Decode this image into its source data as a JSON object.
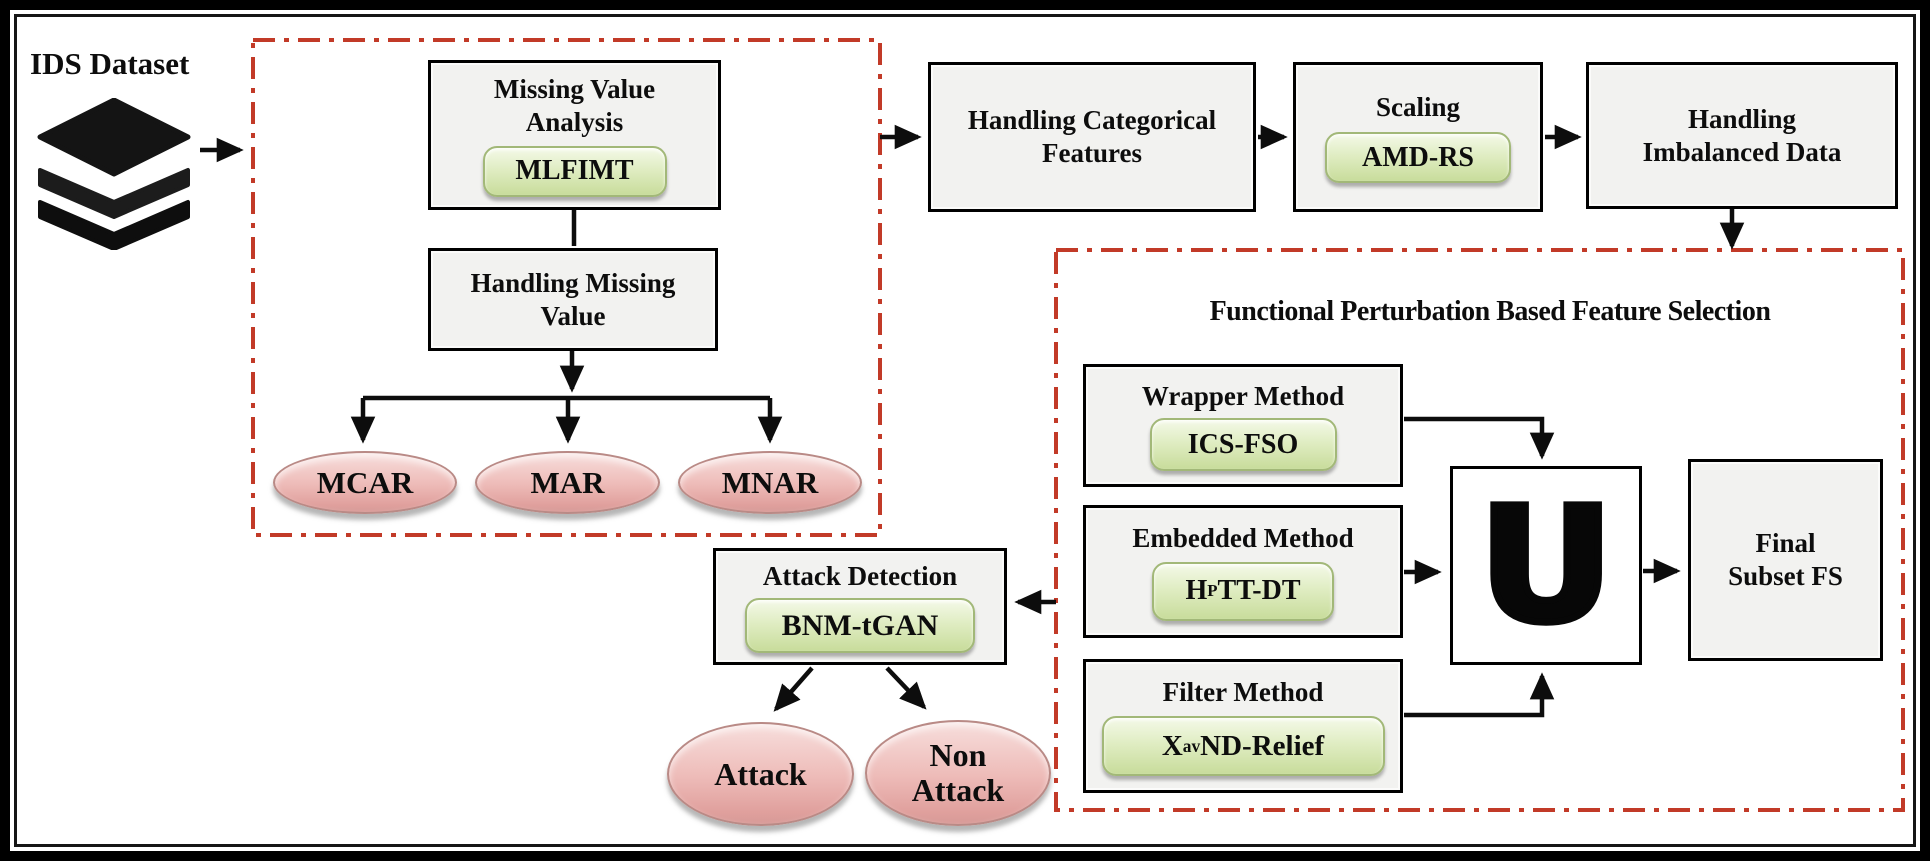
{
  "colors": {
    "dash_red": "#c23a28",
    "box_fill": "#f2f2f0",
    "box_border": "#000000",
    "pill_green_top": "#f4f9e8",
    "pill_green_mid": "#e0edc3",
    "pill_green_bottom": "#c8dc9b",
    "pill_border": "#a2b878",
    "ellipse_pink_top": "#f7dedc",
    "ellipse_pink_mid": "#eebcb9",
    "ellipse_pink_bottom": "#e0a09d",
    "ellipse_border": "#b98a86",
    "arrow_black": "#0d0d0d",
    "text_black": "#0d0d0d"
  },
  "dataset": {
    "label": "IDS Dataset"
  },
  "missing_value_analysis": {
    "line1": "Missing Value",
    "line2": "Analysis",
    "pill": "MLFIMT"
  },
  "handling_missing_value": {
    "line1": "Handling Missing",
    "line2": "Value"
  },
  "missing_types": {
    "mcar": "MCAR",
    "mar": "MAR",
    "mnar": "MNAR"
  },
  "handling_categorical": {
    "line1": "Handling Categorical",
    "line2": "Features"
  },
  "scaling": {
    "title": "Scaling",
    "pill": "AMD-RS"
  },
  "handling_imbalanced": {
    "line1": "Handling",
    "line2": "Imbalanced Data"
  },
  "feature_selection": {
    "section_title": "Functional Perturbation Based Feature Selection",
    "wrapper": {
      "title": "Wrapper Method",
      "pill": "ICS-FSO"
    },
    "embedded": {
      "title": "Embedded Method",
      "pill_main": "H",
      "pill_sub": "P",
      "pill_rest": "TT-DT"
    },
    "filter": {
      "title": "Filter Method",
      "pill_main": "X",
      "pill_sub": "av",
      "pill_rest": "ND-Relief"
    },
    "union_symbol": "U",
    "final_subset": {
      "line1": "Final",
      "line2": "Subset FS"
    }
  },
  "attack_detection": {
    "title": "Attack Detection",
    "pill": "BNM-tGAN"
  },
  "outcomes": {
    "attack": "Attack",
    "non_attack_line1": "Non",
    "non_attack_line2": "Attack"
  }
}
